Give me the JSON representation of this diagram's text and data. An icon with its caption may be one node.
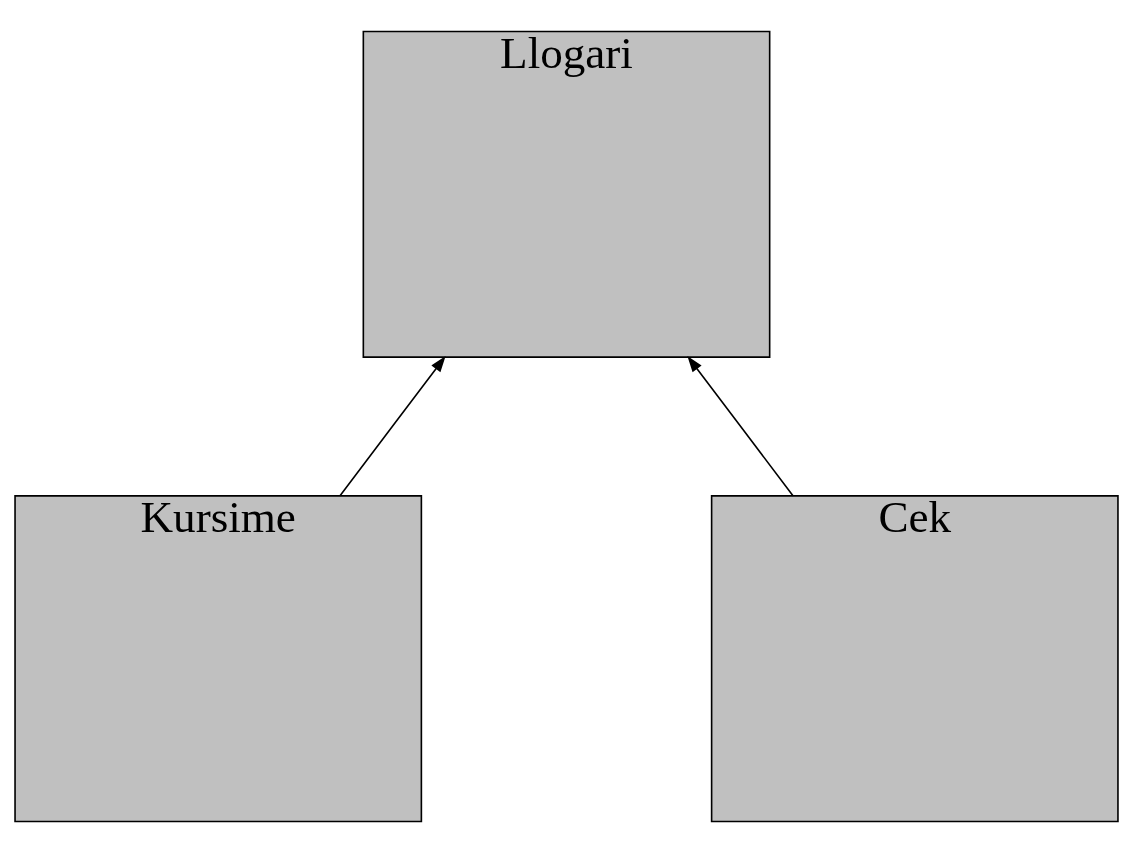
{
  "diagram": {
    "nodes": [
      {
        "text": [
          "Llogari"
        ]
      },
      {
        "text": [
          "Kursime"
        ]
      },
      {
        "text": [
          "Cek"
        ]
      }
    ],
    "edges": [
      {
        "from": 1,
        "to": 0,
        "arrow": "to"
      },
      {
        "from": 2,
        "to": 0,
        "arrow": "to"
      }
    ]
  }
}
